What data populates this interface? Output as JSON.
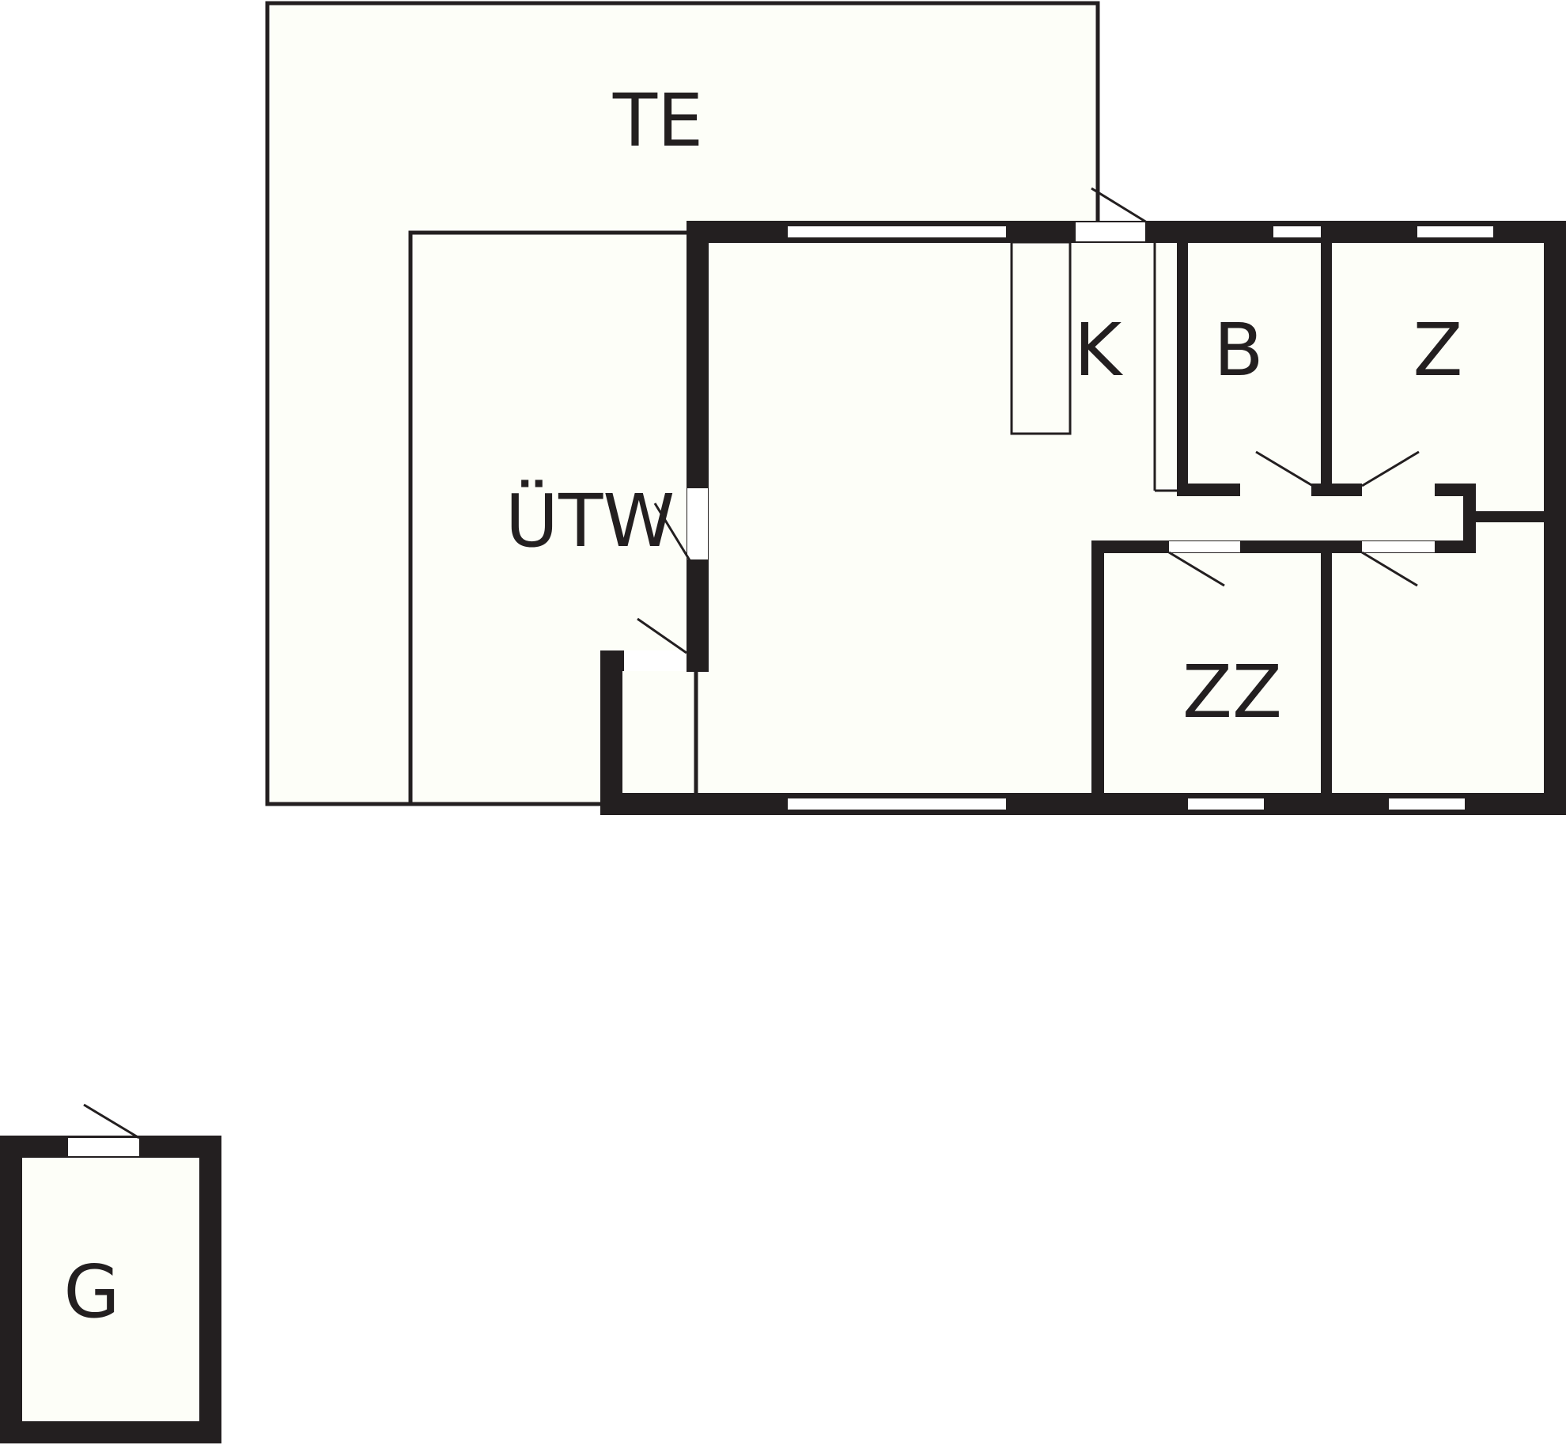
{
  "rooms": {
    "terrace": "TE",
    "porch": "ÜTW",
    "kitchen": "K",
    "bathroom": "B",
    "bedroom": "Z",
    "twin_bedroom": "ZZ",
    "garage": "G"
  },
  "colors": {
    "wall": "#231f20",
    "floor": "#fdfef8",
    "background": "#ffffff",
    "opening": "#ffffff"
  }
}
